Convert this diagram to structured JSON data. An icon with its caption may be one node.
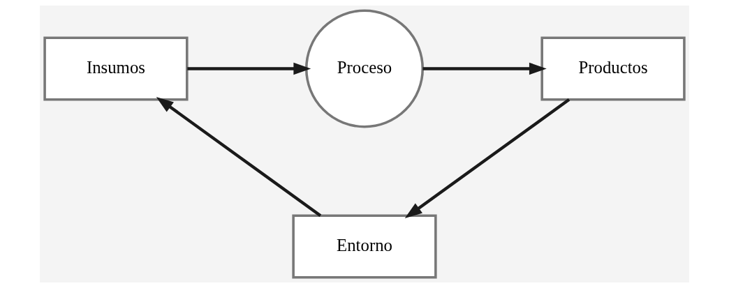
{
  "diagram": {
    "nodes": [
      {
        "text": [
          "Insumos"
        ]
      },
      {
        "text": [
          "Proceso"
        ]
      },
      {
        "text": [
          "Productos"
        ]
      },
      {
        "text": [
          "Entorno"
        ]
      }
    ],
    "edges": [
      {
        "from": 0,
        "to": 1,
        "arrow": "to"
      },
      {
        "from": 1,
        "to": 2,
        "arrow": "to"
      },
      {
        "from": 2,
        "to": 3,
        "arrow": "to"
      },
      {
        "from": 3,
        "to": 0,
        "arrow": "to"
      }
    ]
  }
}
